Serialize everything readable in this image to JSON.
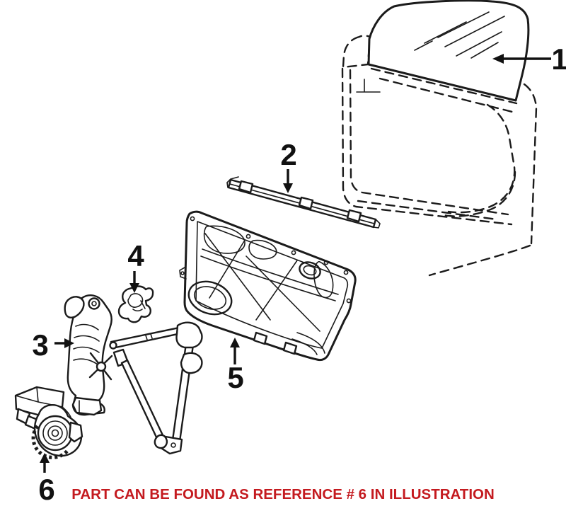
{
  "diagram": {
    "callouts": [
      {
        "ref": "1"
      },
      {
        "ref": "2"
      },
      {
        "ref": "3"
      },
      {
        "ref": "4"
      },
      {
        "ref": "5"
      },
      {
        "ref": "6"
      }
    ],
    "caption": "PART CAN BE FOUND AS REFERENCE # 6 IN ILLUSTRATION",
    "colors": {
      "background": "#ffffff",
      "line_art": "#1b1b1b",
      "caption": "#c41a1f"
    }
  }
}
